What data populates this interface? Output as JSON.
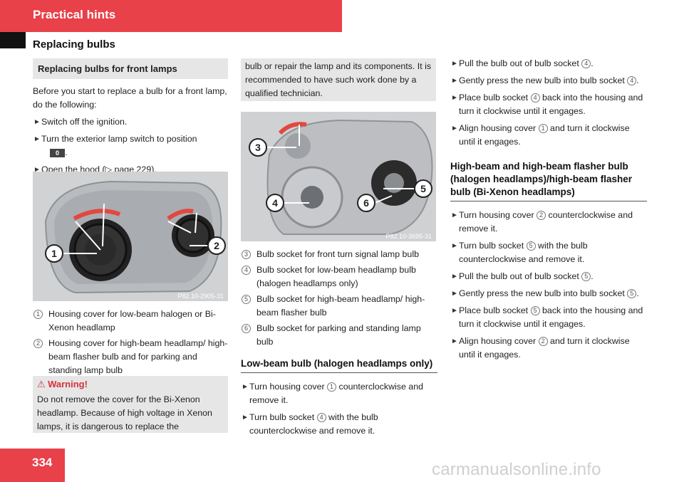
{
  "header": {
    "title": "Practical hints",
    "section": "Replacing bulbs"
  },
  "col1": {
    "box_title": "Replacing bulbs for front lamps",
    "intro": "Before you start to replace a bulb for a front lamp, do the following:",
    "steps": [
      "Switch off the ignition.",
      "Turn the exterior lamp switch to position",
      "Open the hood (▷ page 229)."
    ],
    "switch_position": "0",
    "figure1_code": "P82.10-2905-31",
    "captions": [
      {
        "num": "1",
        "text": "Housing cover for low-beam halogen or Bi-Xenon headlamp"
      },
      {
        "num": "2",
        "text": "Housing cover for high-beam headlamp/ high-beam flasher bulb and for parking and standing lamp bulb"
      }
    ],
    "warning_title": "Warning!",
    "warning_text": "Do not remove the cover for the Bi-Xenon headlamp. Because of high voltage in Xenon lamps, it is dangerous to replace the"
  },
  "col2": {
    "cont_text": "bulb or repair the lamp and its components. It is recommended to have such work done by a qualified technician.",
    "figure2_code": "P82.10-3695-31",
    "captions": [
      {
        "num": "3",
        "text": "Bulb socket for front turn signal lamp bulb"
      },
      {
        "num": "4",
        "text": "Bulb socket for low-beam headlamp bulb (halogen headlamps only)"
      },
      {
        "num": "5",
        "text": "Bulb socket for high-beam headlamp/ high-beam flasher bulb"
      },
      {
        "num": "6",
        "text": "Bulb socket for parking and standing lamp bulb"
      }
    ],
    "subhead": "Low-beam bulb (halogen headlamps only)",
    "s1_pre": "Turn housing cover",
    "s1_num": "1",
    "s1_post": "counterclockwise and remove it.",
    "s2_pre": "Turn bulb socket",
    "s2_num": "4",
    "s2_post": "with the bulb counterclockwise and remove it."
  },
  "col3": {
    "s1_pre": "Pull the bulb out of bulb socket",
    "s1_num": "4",
    "s1_post": ".",
    "s2_pre": "Gently press the new bulb into bulb socket",
    "s2_num": "4",
    "s2_post": ".",
    "s3_pre": "Place bulb socket",
    "s3_num": "4",
    "s3_post": "back into the housing and turn it clockwise until it engages.",
    "s4_pre": "Align housing cover",
    "s4_num": "1",
    "s4_post": "and turn it clockwise until it engages.",
    "subhead": "High-beam and high-beam flasher bulb (halogen headlamps)/high-beam flasher bulb (Bi-Xenon headlamps)",
    "t1_pre": "Turn housing cover",
    "t1_num": "2",
    "t1_post": "counterclockwise and remove it.",
    "t2_pre": "Turn bulb socket",
    "t2_num": "5",
    "t2_post": "with the bulb counterclockwise and remove it.",
    "t3_pre": "Pull the bulb out of bulb socket",
    "t3_num": "5",
    "t3_post": ".",
    "t4_pre": "Gently press the new bulb into bulb socket",
    "t4_num": "5",
    "t4_post": ".",
    "t5_pre": "Place bulb socket",
    "t5_num": "5",
    "t5_post": "back into the housing and turn it clockwise until it engages.",
    "t6_pre": "Align housing cover",
    "t6_num": "2",
    "t6_post": "and turn it clockwise until it engages."
  },
  "footer": {
    "page_number": "334",
    "watermark": "carmanualsonline.info"
  },
  "colors": {
    "accent_red": "#e8414a",
    "box_gray": "#e6e6e6",
    "warning_red": "#d4323c"
  }
}
